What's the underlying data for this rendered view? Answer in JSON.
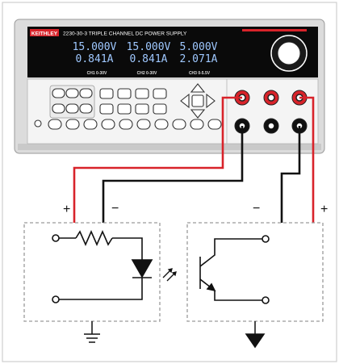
{
  "instrument": {
    "brand": "KEITHLEY",
    "model_title": "2230-30-3 TRIPLE CHANNEL DC POWER SUPPLY",
    "display": {
      "voltages": [
        "15.000V",
        "15.000V",
        "5.000V"
      ],
      "currents": [
        "0.841A",
        "0.841A",
        "2.071A"
      ]
    },
    "channel_labels": [
      "CH1 0-30V",
      "CH2 0-30V",
      "CH3 0-5.5V"
    ]
  },
  "polarity": {
    "left_plus": "+",
    "left_minus": "−",
    "right_minus": "−",
    "right_plus": "+"
  },
  "colors": {
    "positive_wire": "#d8232a",
    "negative_wire": "#111111",
    "front_panel": "#f4f4f4",
    "lcd_background": "#0a0a0a",
    "lcd_text": "#9fc8ff",
    "dashed_box": "#9a9a9a"
  },
  "icons": [
    "resistor-symbol",
    "led-symbol",
    "optocoupler-arrows-icon",
    "phototransistor-symbol",
    "ground-symbol",
    "chassis-ground-symbol"
  ]
}
